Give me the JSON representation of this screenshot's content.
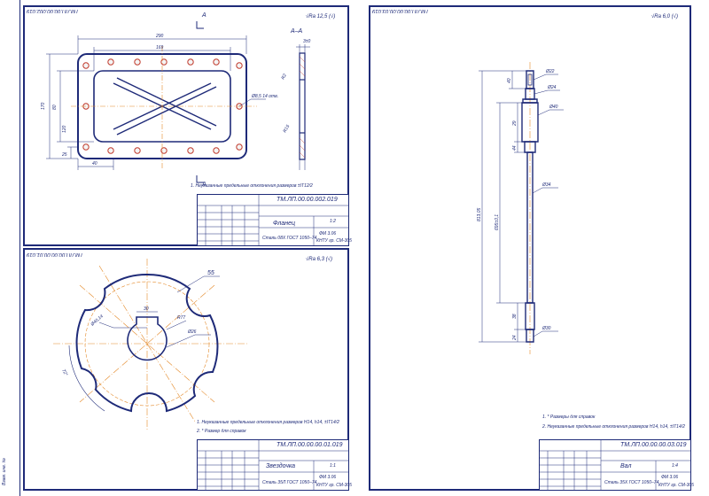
{
  "sheet": {
    "left_margin_text": "Взам. инв. №"
  },
  "flange": {
    "code": "ТМ.ЛП.00.00.002.019",
    "code_tab": "ТМ.ЛП.00.00.002.019",
    "roughness": "Ra 12,5",
    "section_label": "А–А",
    "cut_label": "А",
    "dims": {
      "overall_width": "290",
      "inner_width": "169",
      "overall_height": "170",
      "inner_height": "80",
      "left_offset": "120",
      "bottom_step": "25",
      "bottom_len": "40",
      "holes": "Ø8,5 14 отв.",
      "sect_thk": "3±0",
      "sect_a": "R2",
      "sect_b": "R15"
    },
    "note": "1. Неуказанные предельные отклонения размеров ±IT12/2",
    "title": "Фланец",
    "material": "Сталь 08Х ГОСТ 1050–74",
    "sheet_no": "1:2",
    "scale": "1:2",
    "group": "ФМ 3.06",
    "org": "КНТУ гр. СМ-305"
  },
  "sprocket": {
    "code": "ТМ.ЛП.00.00.00.01.019",
    "code_tab": "ТМ.ЛП.00.00.00.01.019",
    "roughness": "Ra 6,3",
    "dims": {
      "outer": "55",
      "bore": "30",
      "hub": "Ø40,14",
      "radius": "R77",
      "small_r": "Ø26",
      "angle": "72°"
    },
    "notes": [
      "1. Неуказанные предельные отклонения размеров H14, h14, ±IT14/2",
      "2. * Размер для справок"
    ],
    "title": "Звездочка",
    "material": "Сталь 35Л ГОСТ 1050–74",
    "sheet_no": "1:1",
    "group": "ФМ 3.06",
    "org": "КНТУ гр. СМ-305"
  },
  "shaft": {
    "code": "ТМ.ЛП.00.00.00.03.019",
    "code_tab": "ТМ.ЛП.00.00.00.03.019",
    "roughness": "Ra 6,0",
    "dims": {
      "d1": "Ø22",
      "d2": "Ø24",
      "d3": "Ø40",
      "d4": "Ø34",
      "d5": "Ø30",
      "total_len": "813,05",
      "mid_len": "695±0,1",
      "l1": "40",
      "l2": "29",
      "l3": "44",
      "l4": "38",
      "l5": "24"
    },
    "notes": [
      "1. * Размеры для справок",
      "2. Неуказанные предельные отклонения размеров H14, h14, ±IT14/2"
    ],
    "title": "Вал",
    "material": "Сталь 35Х ГОСТ 1050–74",
    "sheet_no": "1:4",
    "group": "ФМ 3.06",
    "org": "КНТУ гр. СМ-305"
  },
  "colors": {
    "line": "#1e2a78",
    "center": "#e48a2a",
    "hole": "#c0392b"
  }
}
